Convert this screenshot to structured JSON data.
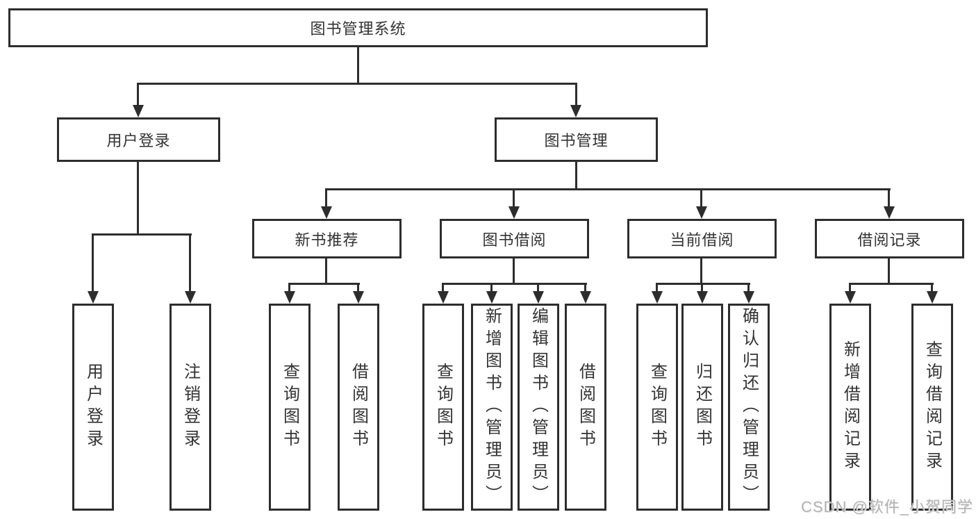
{
  "tree": {
    "root": {
      "label": "图书管理系统"
    },
    "branches": [
      {
        "label": "用户登录",
        "leaves": [
          "用户登录",
          "注销登录"
        ]
      },
      {
        "label": "图书管理",
        "children": [
          {
            "label": "新书推荐",
            "leaves": [
              "查询图书",
              "借阅图书"
            ]
          },
          {
            "label": "图书借阅",
            "leaves": [
              "查询图书",
              "新增图书（管理员）",
              "编辑图书（管理员）",
              "借阅图书"
            ]
          },
          {
            "label": "当前借阅",
            "leaves": [
              "查询图书",
              "归还图书",
              "确认归还（管理员）"
            ]
          },
          {
            "label": "借阅记录",
            "leaves": [
              "新增借阅记录",
              "查询借阅记录"
            ]
          }
        ]
      }
    ]
  },
  "watermark": "CSDN @软件_小贺同学",
  "colors": {
    "line": "#2d2d2d",
    "text": "#333333",
    "watermark": "#b3b3b3",
    "background": "#ffffff"
  }
}
